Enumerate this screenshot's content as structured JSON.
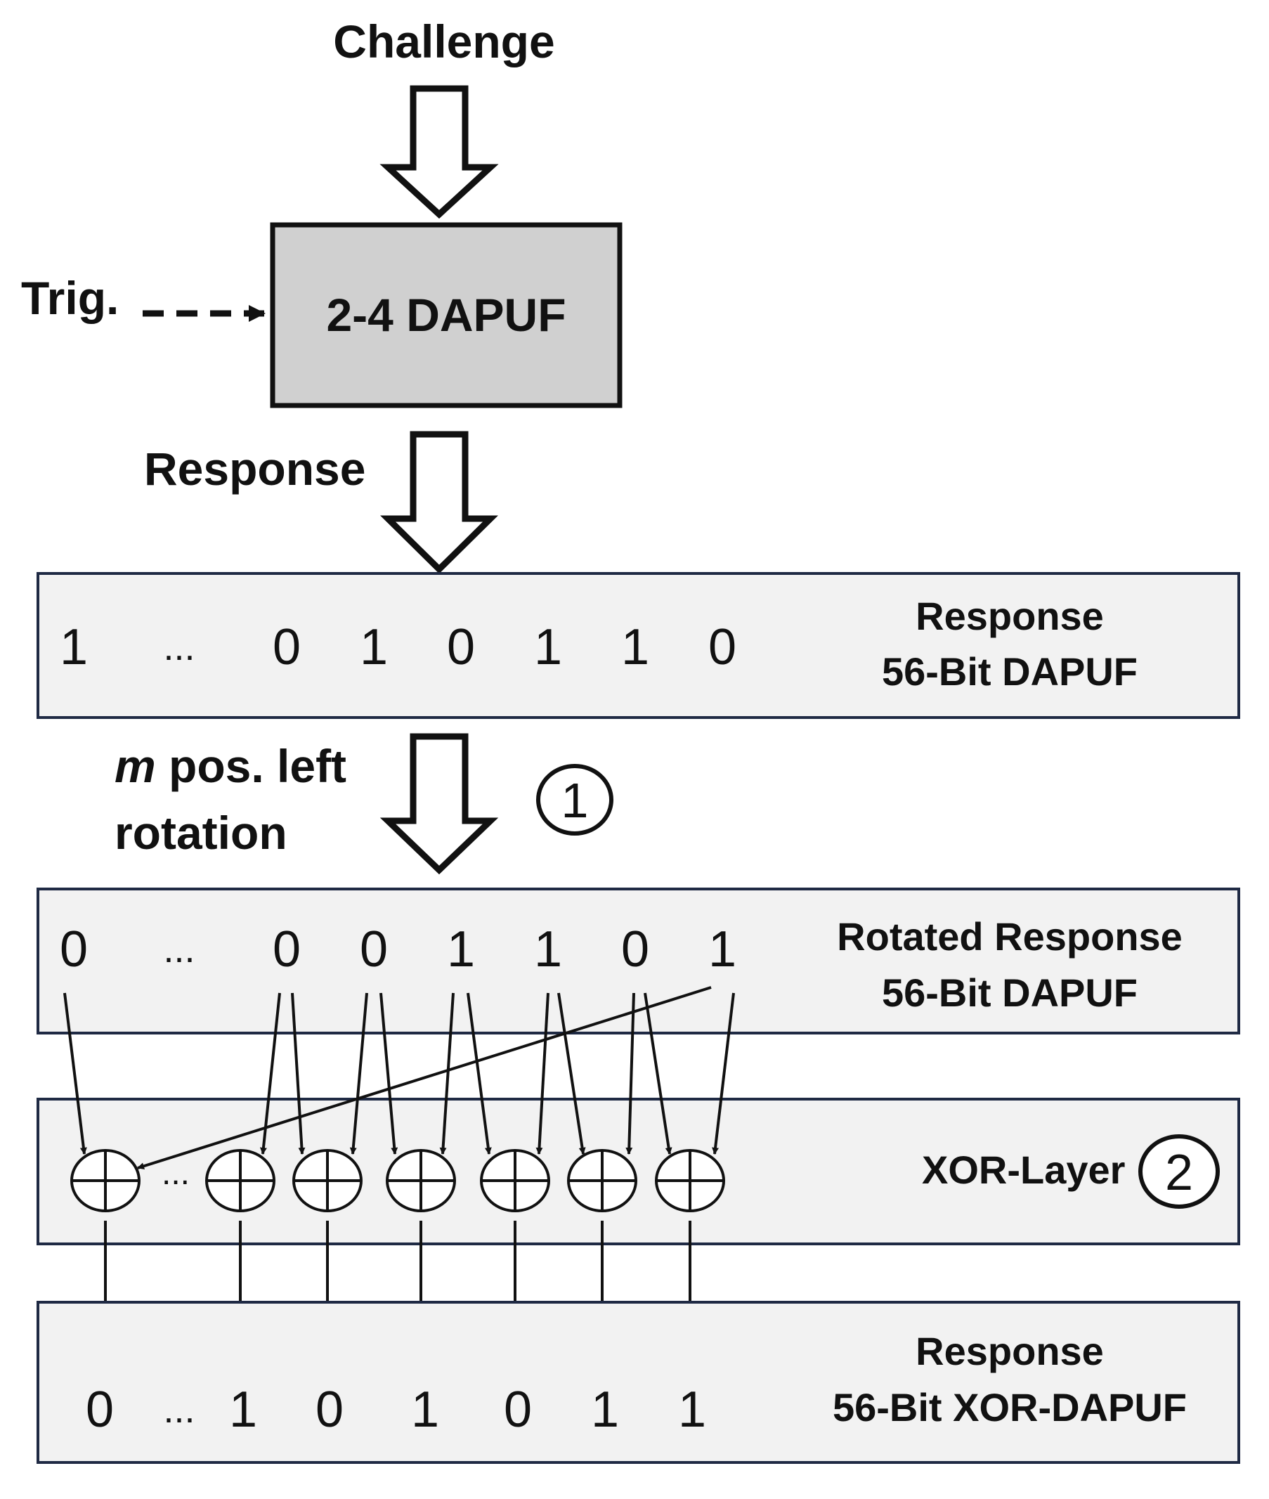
{
  "challenge_label": "Challenge",
  "trigger_label": "Trig.",
  "puf_block_label": "2-4 DAPUF",
  "response_label": "Response",
  "rotation": {
    "m_label": "m",
    "line1_rest": " pos. left",
    "line2": "rotation",
    "step_number": "1"
  },
  "response_row": {
    "title": "Response",
    "subtitle": "56-Bit DAPUF",
    "bits": [
      "1",
      "...",
      "0",
      "1",
      "0",
      "1",
      "1",
      "0"
    ]
  },
  "rotated_row": {
    "title": "Rotated Response",
    "subtitle": "56-Bit DAPUF",
    "bits": [
      "0",
      "...",
      "0",
      "0",
      "1",
      "1",
      "0",
      "1"
    ]
  },
  "xor_row": {
    "title": "XOR-Layer",
    "step_number": "2",
    "ellipsis": "..."
  },
  "output_row": {
    "title": "Response",
    "subtitle": "56-Bit XOR-DAPUF",
    "bits": [
      "0",
      "...",
      "1",
      "0",
      "1",
      "0",
      "1",
      "1"
    ]
  },
  "colors": {
    "block_fill": "#d0d0d0",
    "row_fill": "#f2f2f2",
    "row_border": "#1f2a44",
    "ink": "#111111"
  }
}
